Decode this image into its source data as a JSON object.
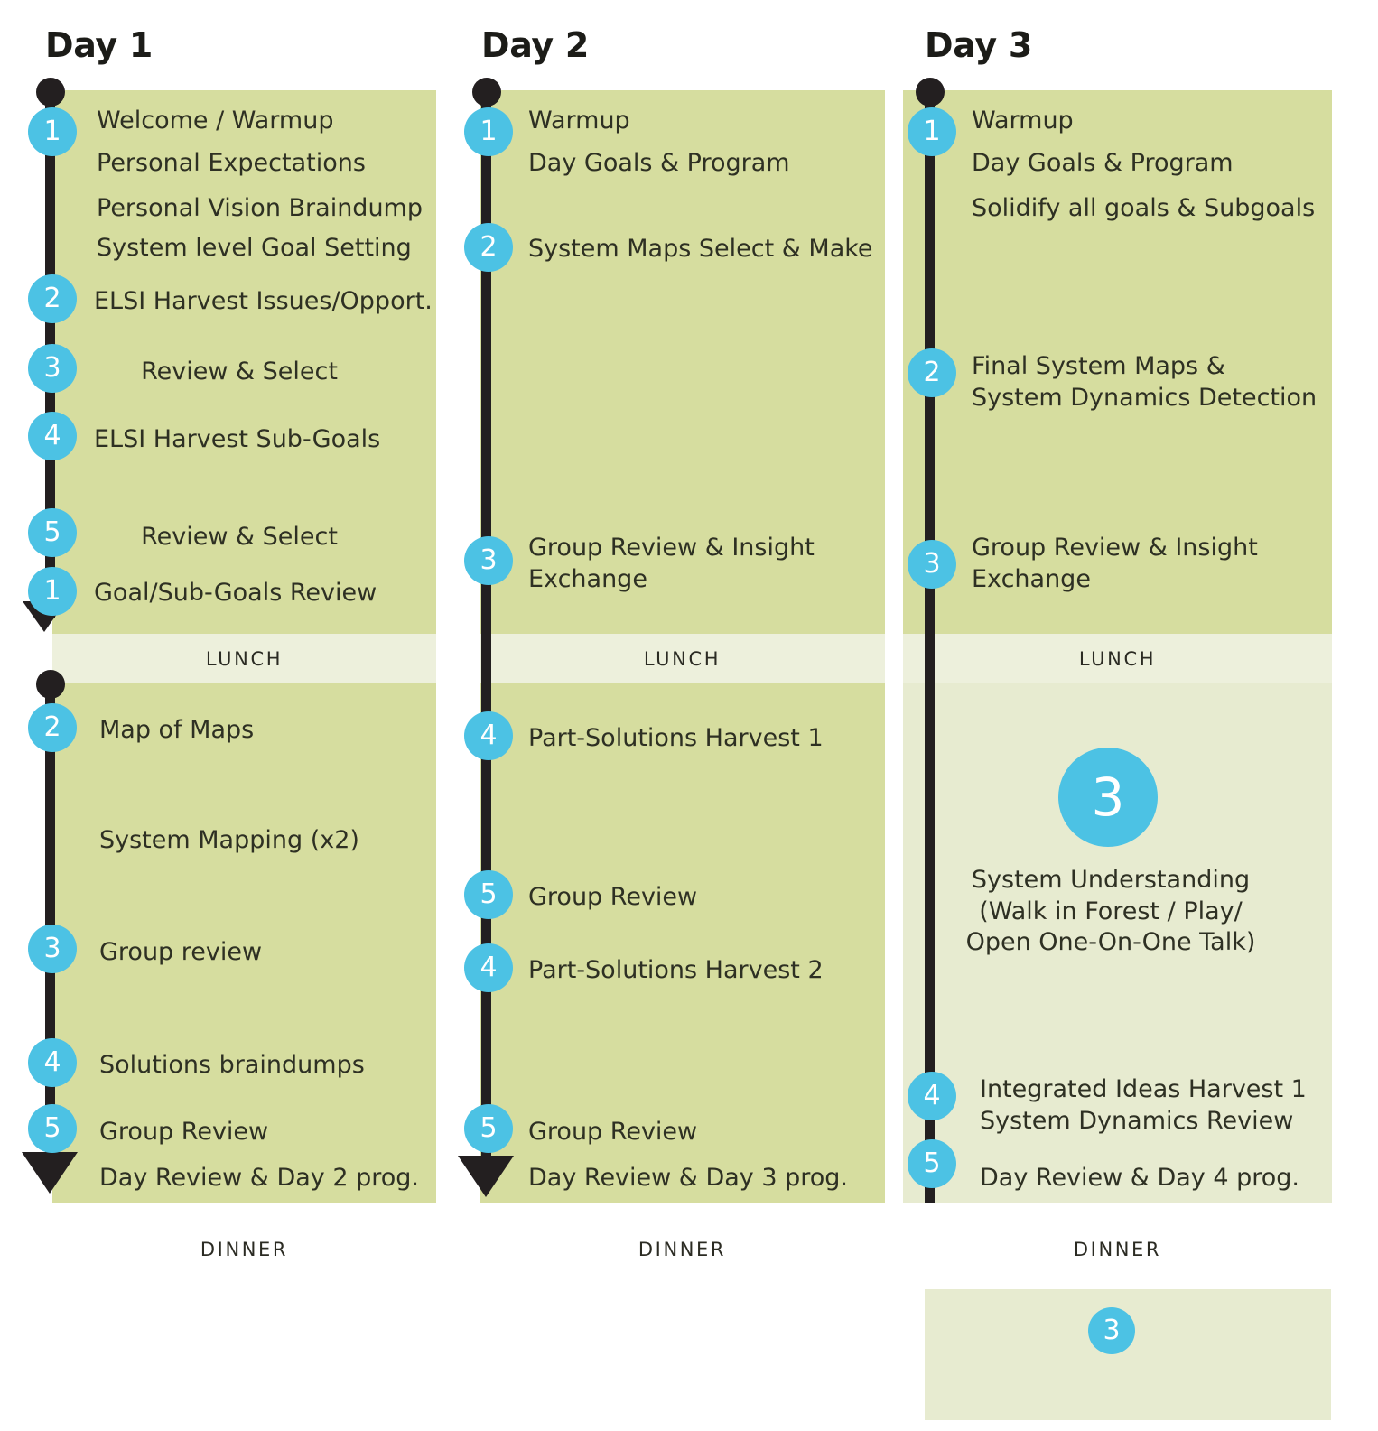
{
  "accent_color": "#4cc2e4",
  "panel_color": "#d6dd9f",
  "panel_light_color": "#e7ebd0",
  "lunch_band_color": "#edf0dc",
  "spine_color": "#231f20",
  "days": [
    {
      "title": "Day 1",
      "morning": {
        "items": [
          {
            "badge": "1",
            "text": "Welcome / Warmup"
          },
          {
            "badge": "",
            "text": "Personal Expectations"
          },
          {
            "badge": "",
            "text": "Personal Vision Braindump"
          },
          {
            "badge": "",
            "text": "System level Goal Setting"
          },
          {
            "badge": "2",
            "text": "ELSI Harvest Issues/Opport."
          },
          {
            "badge": "3",
            "text": "Review & Select"
          },
          {
            "badge": "4",
            "text": "ELSI Harvest Sub-Goals"
          },
          {
            "badge": "5",
            "text": "Review & Select"
          },
          {
            "badge": "1",
            "text": "Goal/Sub-Goals Review"
          }
        ]
      },
      "lunch_label": "LUNCH",
      "afternoon": {
        "items": [
          {
            "badge": "2",
            "text": "Map of Maps"
          },
          {
            "badge": "",
            "text": "System Mapping (x2)"
          },
          {
            "badge": "3",
            "text": "Group review"
          },
          {
            "badge": "4",
            "text": "Solutions braindumps"
          },
          {
            "badge": "5",
            "text": "Group Review"
          },
          {
            "badge": "",
            "text": "Day Review & Day 2 prog."
          }
        ]
      },
      "dinner_label": "DINNER"
    },
    {
      "title": "Day 2",
      "morning": {
        "items": [
          {
            "badge": "1",
            "text": "Warmup"
          },
          {
            "badge": "",
            "text": "Day Goals & Program"
          },
          {
            "badge": "2",
            "text": "System Maps Select & Make"
          },
          {
            "badge": "3",
            "text": "Group Review & Insight\nExchange"
          }
        ]
      },
      "lunch_label": "LUNCH",
      "afternoon": {
        "items": [
          {
            "badge": "4",
            "text": "Part-Solutions Harvest 1"
          },
          {
            "badge": "5",
            "text": "Group Review"
          },
          {
            "badge": "4",
            "text": "Part-Solutions Harvest 2"
          },
          {
            "badge": "5",
            "text": "Group Review"
          },
          {
            "badge": "",
            "text": "Day Review & Day 3 prog."
          }
        ]
      },
      "dinner_label": "DINNER"
    },
    {
      "title": "Day 3",
      "morning": {
        "items": [
          {
            "badge": "1",
            "text": "Warmup"
          },
          {
            "badge": "",
            "text": "Day Goals & Program"
          },
          {
            "badge": "",
            "text": "Solidify all goals & Subgoals"
          },
          {
            "badge": "2",
            "text": "Final System Maps &\nSystem Dynamics Detection"
          },
          {
            "badge": "3",
            "text": "Group Review & Insight\nExchange"
          }
        ]
      },
      "lunch_label": "LUNCH",
      "afternoon": {
        "feature": {
          "badge": "3",
          "text": "System Understanding\n(Walk in Forest / Play/\nOpen One-On-One Talk)"
        },
        "items": [
          {
            "badge": "4",
            "text": "Integrated Ideas Harvest 1\nSystem Dynamics Review"
          },
          {
            "badge": "5",
            "text": "Day Review & Day 4 prog."
          }
        ]
      },
      "dinner_label": "DINNER",
      "extra_block": {
        "badge": "3"
      }
    }
  ]
}
